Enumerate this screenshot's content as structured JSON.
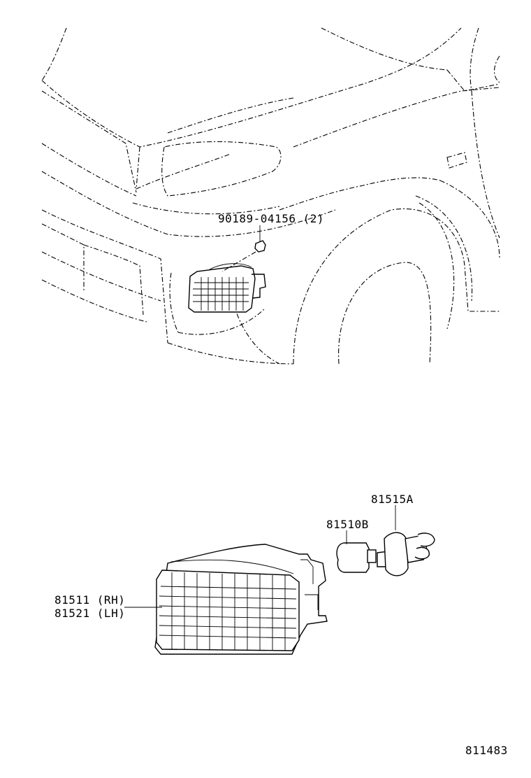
{
  "labels": {
    "bolt": "90189-04156 (2)",
    "socket": "81515A",
    "bulb": "81510B",
    "lamp_rh": "81511 (RH)",
    "lamp_lh": "81521 (LH)",
    "diagram_id": "811483"
  }
}
